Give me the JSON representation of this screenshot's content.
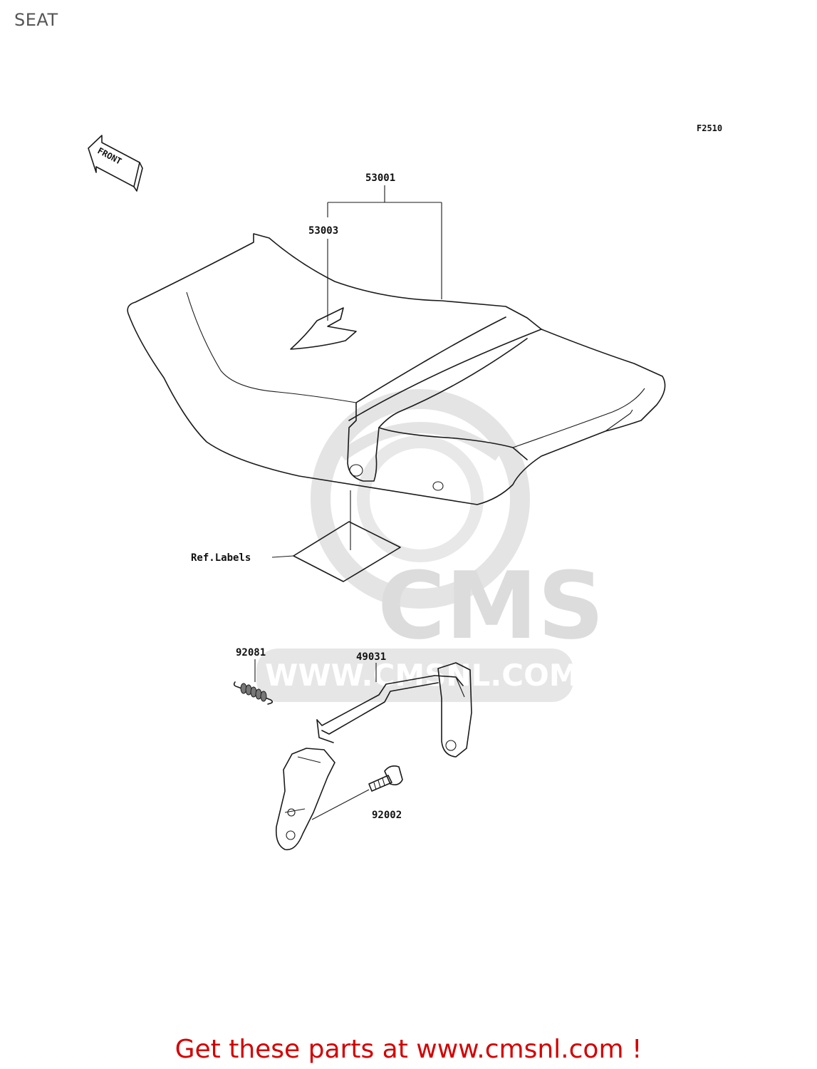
{
  "page": {
    "title": "SEAT"
  },
  "diagram": {
    "figure_code": "F2510",
    "front_label": "FRONT",
    "watermark": {
      "brand": "CMS",
      "url": "WWW.CMSNL.COM"
    },
    "callouts": {
      "seat_assy": "53001",
      "seat_cover": "53003",
      "ref_labels": "Ref.Labels",
      "spring": "92081",
      "hook": "49031",
      "bolt": "92002"
    }
  },
  "promo": {
    "text": "Get these parts at www.cmsnl.com !",
    "color": "#d40000"
  }
}
